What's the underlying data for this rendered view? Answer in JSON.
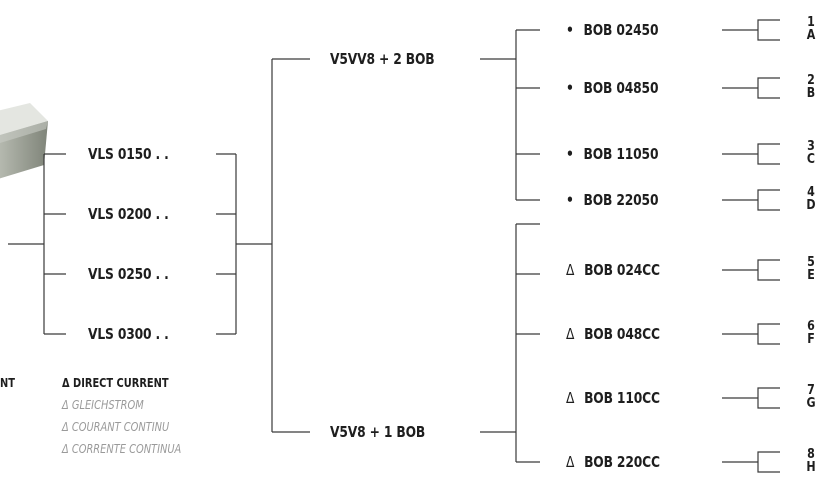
{
  "left_group": {
    "items": [
      "VLS 0150 . .",
      "VLS 0200 . .",
      "VLS 0250 . .",
      "VLS 0300 . ."
    ]
  },
  "middle_group": {
    "items": [
      "V5VV8 + 2 BOB",
      "V5V8 + 1 BOB"
    ]
  },
  "coils": {
    "items": [
      {
        "symbol": "•",
        "code": "BOB 02450",
        "number": "1",
        "letter": "A"
      },
      {
        "symbol": "•",
        "code": "BOB 04850",
        "number": "2",
        "letter": "B"
      },
      {
        "symbol": "•",
        "code": "BOB 11050",
        "number": "3",
        "letter": "C"
      },
      {
        "symbol": "•",
        "code": "BOB 22050",
        "number": "4",
        "letter": "D"
      },
      {
        "symbol": "Δ",
        "code": "BOB 024CC",
        "number": "5",
        "letter": "E"
      },
      {
        "symbol": "Δ",
        "code": "BOB 048CC",
        "number": "6",
        "letter": "F"
      },
      {
        "symbol": "Δ",
        "code": "BOB 110CC",
        "number": "7",
        "letter": "G"
      },
      {
        "symbol": "Δ",
        "code": "BOB 220CC",
        "number": "8",
        "letter": "H"
      }
    ]
  },
  "legend": {
    "cut_off": "NT",
    "lines": [
      "Δ DIRECT CURRENT",
      "Δ GLEICHSTROM",
      "Δ COURANT CONTINU",
      "Δ CORRENTE CONTINUA"
    ]
  },
  "icons": [
    "product-cube-image",
    "connector-bracket-icon"
  ]
}
